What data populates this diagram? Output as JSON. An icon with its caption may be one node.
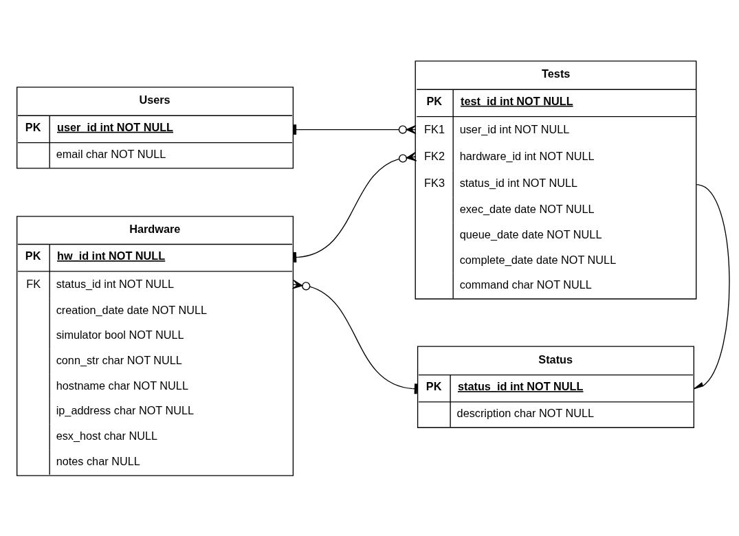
{
  "diagram": {
    "nodes": [
      {
        "text": [
          "Users",
          "PK",
          "user_id int NOT NULL",
          "email char NOT NULL"
        ]
      },
      {
        "text": [
          "Tests",
          "PK",
          "test_id int NOT NULL",
          "FK1",
          "user_id int NOT NULL",
          "FK2",
          "hardware_id int NOT NULL",
          "FK3",
          "status_id int NOT NULL",
          "exec_date date NOT NULL",
          "queue_date date NOT NULL",
          "complete_date date NOT NULL",
          "command char NOT NULL"
        ]
      },
      {
        "text": [
          "Hardware",
          "PK",
          "hw_id int NOT NULL",
          "FK",
          "status_id int NOT NULL",
          "creation_date date NOT NULL",
          "simulator bool NOT NULL",
          "conn_str char NOT NULL",
          "hostname char NOT NULL",
          "ip_address char NOT NULL",
          "esx_host char NULL",
          "notes char NULL"
        ]
      },
      {
        "text": [
          "Status",
          "PK",
          "status_id int NOT NULL",
          "description char NOT NULL"
        ]
      }
    ],
    "edges": [
      {
        "from": 0,
        "to": 1,
        "arrow": "other"
      },
      {
        "from": 2,
        "to": 1,
        "arrow": "other"
      },
      {
        "from": 2,
        "to": 3,
        "arrow": "other"
      },
      {
        "from": 1,
        "to": 3,
        "arrow": "other"
      }
    ]
  }
}
